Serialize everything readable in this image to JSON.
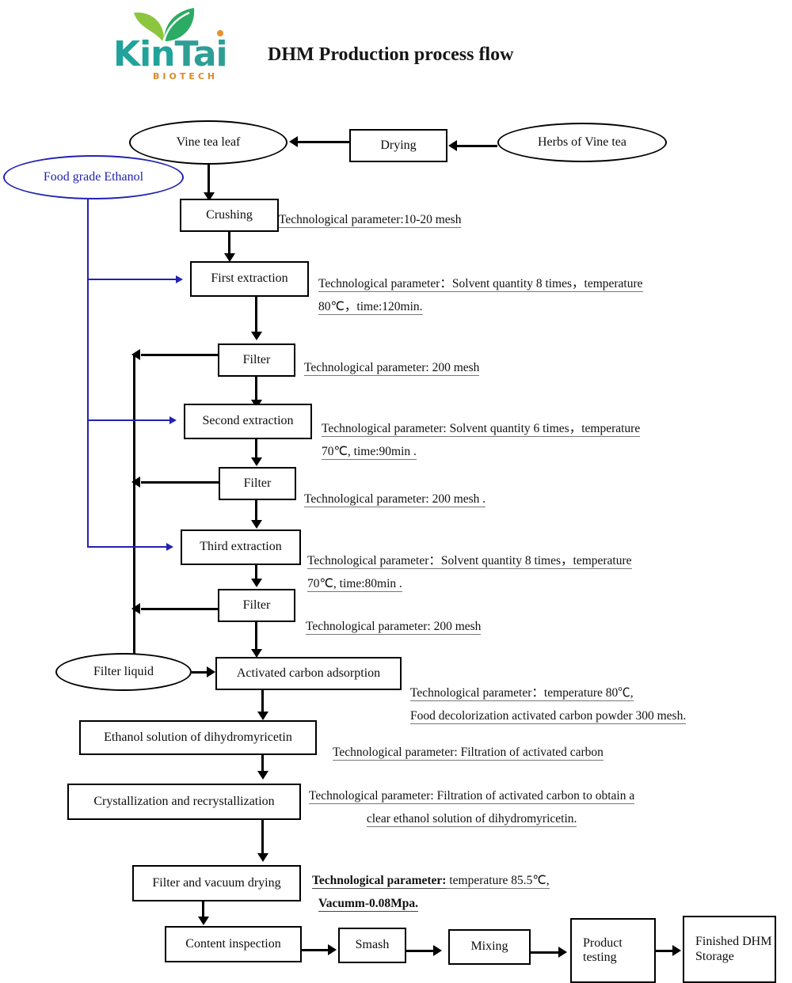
{
  "header": {
    "logo_main": "KinTai",
    "logo_main_part1": "Kin",
    "logo_main_part2": "Tai",
    "logo_sub": "BIOTECH",
    "title": "DHM Production process flow",
    "brand_teal": "#21a39a",
    "brand_orange": "#d98a2b"
  },
  "colors": {
    "ethanol_blue": "#2222b0",
    "line_black": "#000000"
  },
  "nodes": {
    "herbs": "Herbs of Vine tea",
    "drying": "Drying",
    "vine_tea_leaf": "Vine tea leaf",
    "food_grade_ethanol": "Food grade Ethanol",
    "crushing": "Crushing",
    "first_extraction": "First extraction",
    "filter_1": "Filter",
    "second_extraction": "Second extraction",
    "filter_2": "Filter",
    "third_extraction": "Third extraction",
    "filter_3": "Filter",
    "filter_liquid": "Filter liquid",
    "activated_carbon": "Activated carbon adsorption",
    "ethanol_solution": "Ethanol solution of dihydromyricetin",
    "crystallization": "Crystallization and recrystallization",
    "vacuum_drying": "Filter and vacuum drying",
    "content_inspection": "Content inspection",
    "smash": "Smash",
    "mixing": "Mixing",
    "product_testing": "Product testing",
    "finished_storage": "Finished DHM Storage"
  },
  "annotations": {
    "crushing": {
      "line1": "Technological parameter:10-20 mesh"
    },
    "first_extraction": {
      "line1": "Technological parameter：Solvent quantity 8 times，temperature",
      "line2": "80℃，time:120min."
    },
    "filter_1": {
      "line1": "Technological parameter: 200 mesh"
    },
    "second_extraction": {
      "line1": "Technological parameter: Solvent quantity 6 times，temperature",
      "line2": "70℃, time:90min ."
    },
    "filter_2": {
      "line1": "Technological parameter: 200 mesh ."
    },
    "third_extraction": {
      "line1": "Technological parameter：Solvent quantity 8 times，temperature",
      "line2": "70℃, time:80min ."
    },
    "filter_3": {
      "line1": "Technological parameter: 200 mesh"
    },
    "activated_carbon": {
      "line1": "Technological parameter：temperature 80℃,",
      "line2": "Food decolorization activated carbon powder 300 mesh."
    },
    "ethanol_solution": {
      "line1": "Technological parameter: Filtration of activated carbon"
    },
    "crystallization": {
      "line1": "Technological parameter: Filtration of activated carbon to obtain a",
      "line2": "clear ethanol solution of dihydromyricetin."
    },
    "vacuum_drying": {
      "line1_bold": "Technological parameter:",
      "line1_rest": " temperature 85.5℃,",
      "line2": "Vacumm-0.08Mpa."
    }
  }
}
